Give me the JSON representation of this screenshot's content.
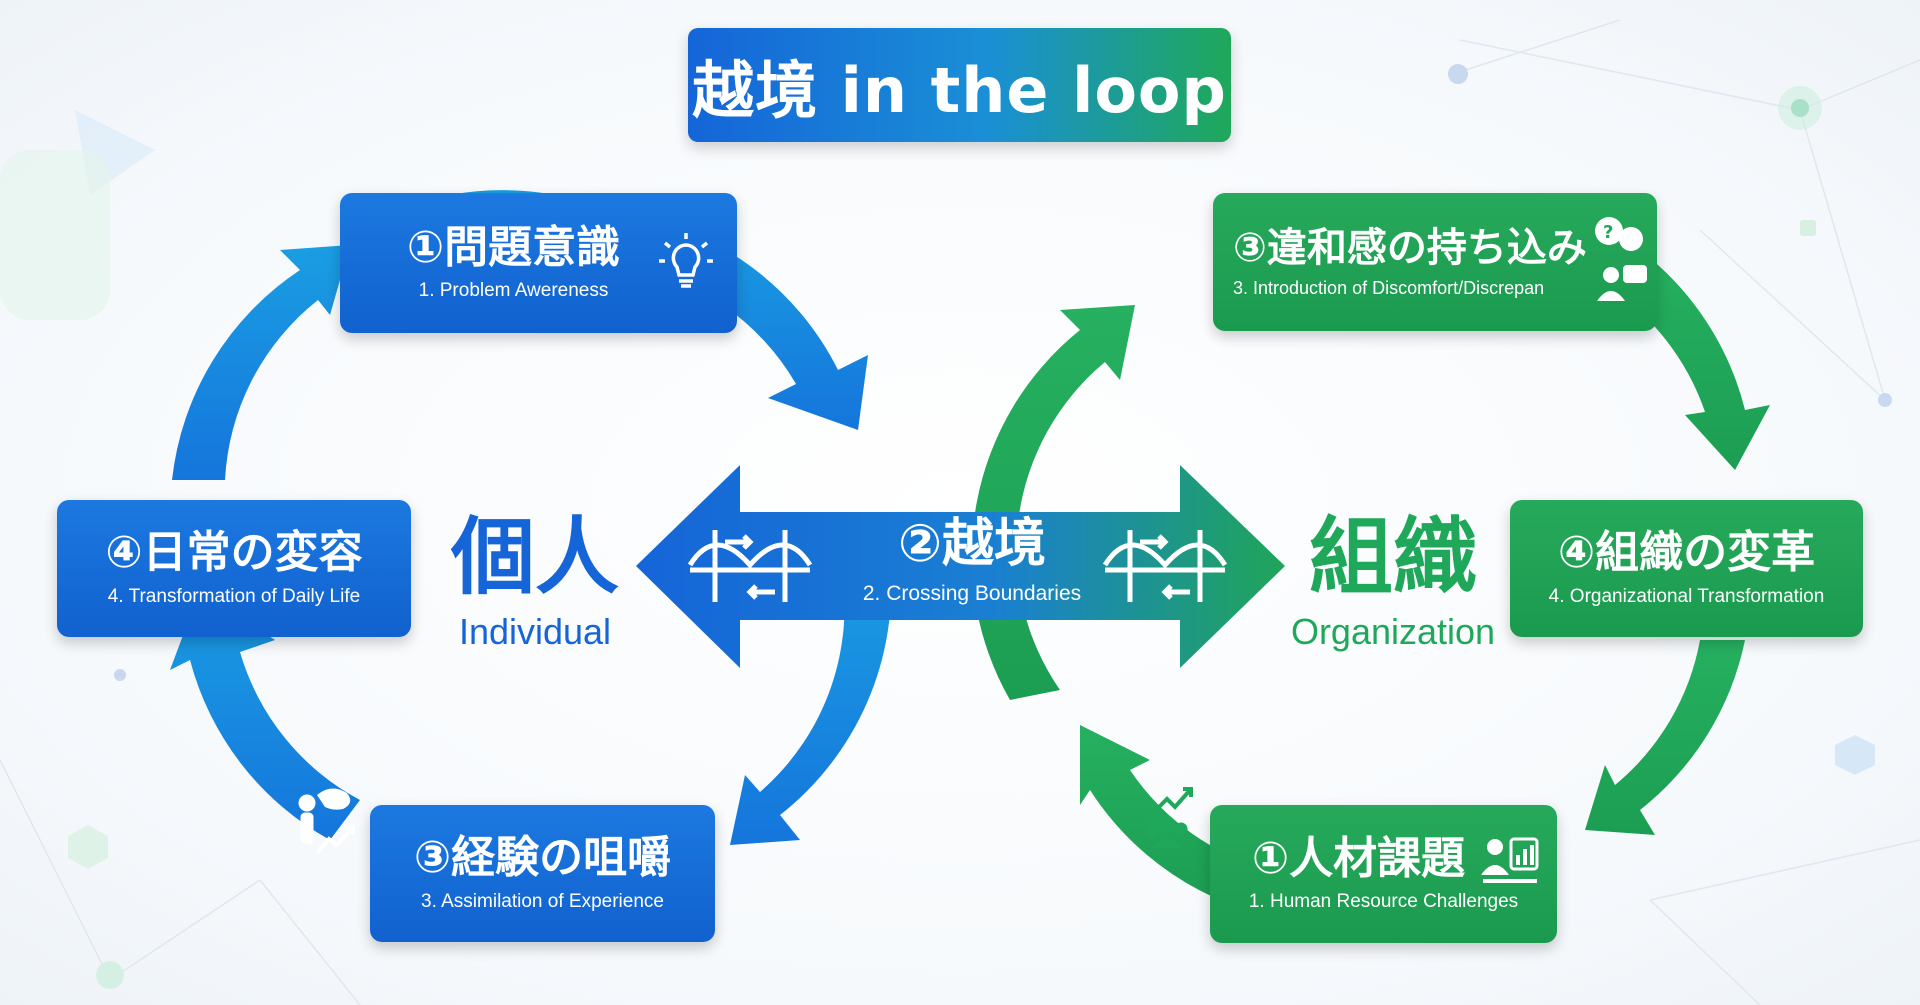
{
  "title": "越境 in the loop",
  "colors": {
    "blue": "#1565d8",
    "blue_light": "#1a9be0",
    "green": "#1fa85a"
  },
  "individual": {
    "label_jp": "個人",
    "label_en": "Individual",
    "steps": [
      {
        "jp": "①問題意識",
        "en": "1. Problem Awereness",
        "icon": "lightbulb-icon"
      },
      {
        "jp": "③経験の咀嚼",
        "en": "3. Assimilation of Experience",
        "icon": "reflection-growth-icon"
      },
      {
        "jp": "④日常の変容",
        "en": "4. Transformation of Daily Life"
      }
    ]
  },
  "bridge": {
    "jp": "②越境",
    "en": "2. Crossing Boundaries",
    "icon": "bridge-exchange-icon"
  },
  "organization": {
    "label_jp": "組織",
    "label_en": "Organization",
    "steps": [
      {
        "jp": "③違和感の持ち込み",
        "en": "3. Introduction of Discomfort/Discrepan",
        "icon": "question-chat-icon"
      },
      {
        "jp": "④組織の変革",
        "en": "4. Organizational Transformation"
      },
      {
        "jp": "①人材課題",
        "en": "1. Human Resource Challenges",
        "icon": "team-growth-icon"
      }
    ]
  }
}
